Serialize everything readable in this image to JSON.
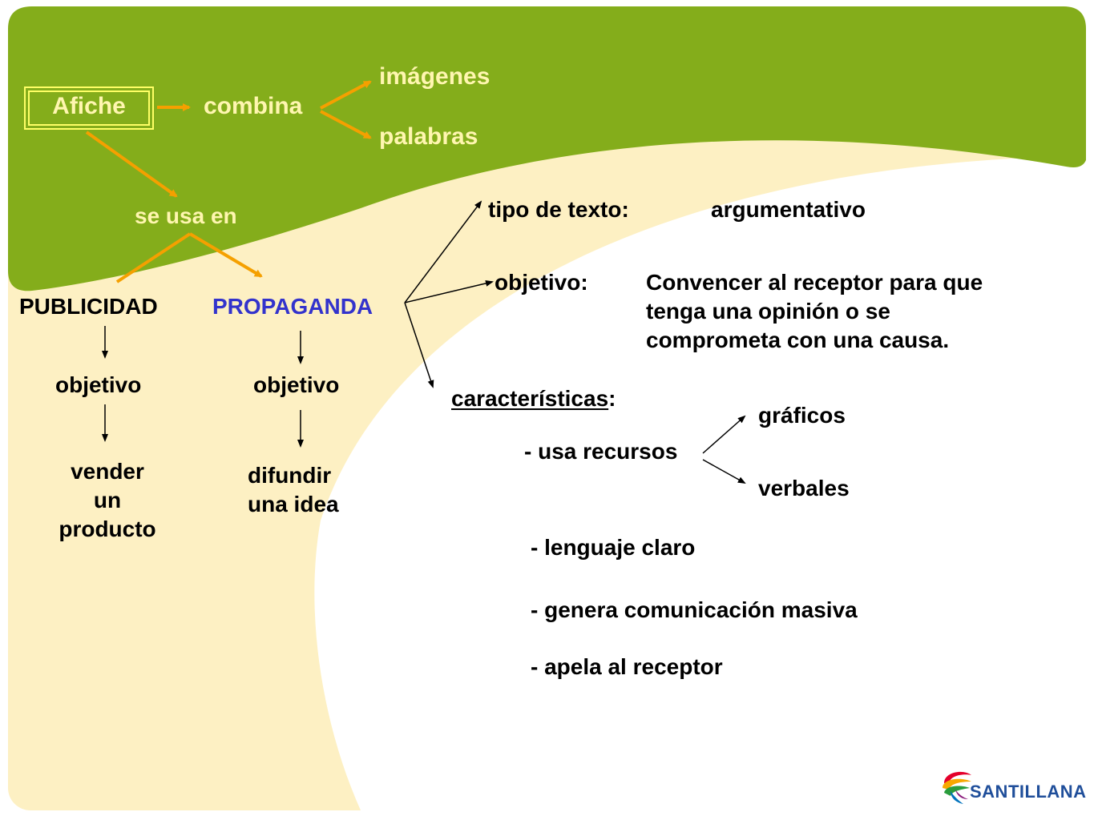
{
  "colors": {
    "green": "#84ad1b",
    "cream": "#fdf0c3",
    "orange": "#f5a000",
    "yellow_text": "#fff6b0",
    "blue_text": "#3333cc",
    "logo_blue": "#1f4e9a"
  },
  "nodes": {
    "afiche": "Afiche",
    "combina": "combina",
    "imagenes": "imágenes",
    "palabras": "palabras",
    "se_usa_en": "se usa en",
    "publicidad": "PUBLICIDAD",
    "propaganda": "PROPAGANDA",
    "objetivo_pub": "objetivo",
    "objetivo_prop": "objetivo",
    "vender": "vender",
    "un": "un",
    "producto": "producto",
    "difundir": "difundir",
    "una_idea": "una idea"
  },
  "details": {
    "tipo_label": "tipo de texto:",
    "tipo_value": "argumentativo",
    "objetivo_label": "objetivo:",
    "objetivo_line1": "Convencer al receptor para que",
    "objetivo_line2": "tenga una opinión o se",
    "objetivo_line3": "comprometa con una causa.",
    "caracteristicas_label": "características",
    "caracteristicas_colon": ":",
    "usa_recursos": "- usa recursos",
    "graficos": "gráficos",
    "verbales": "verbales",
    "lenguaje": "- lenguaje claro",
    "genera": "- genera comunicación masiva",
    "apela": "- apela al receptor"
  },
  "logo": {
    "text": "SANTILLANA",
    "icon": "santillana-swirl-icon"
  }
}
